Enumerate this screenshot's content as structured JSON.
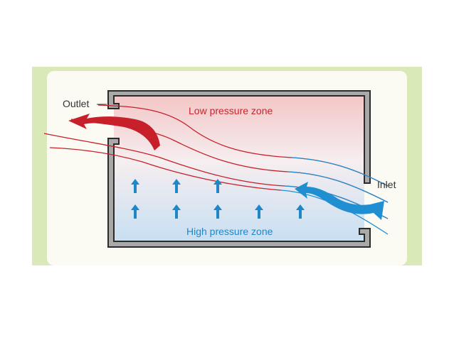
{
  "diagram": {
    "labels": {
      "outlet": "Outlet",
      "inlet": "Inlet",
      "low_zone": "Low pressure zone",
      "high_zone": "High pressure zone"
    },
    "colors": {
      "frame_green": "#d9eab8",
      "panel_bg": "#fbfbf4",
      "wall_fill": "#a9a9a9",
      "wall_stroke": "#2b2b2b",
      "low_zone": "#f3c6c6",
      "high_zone": "#c8dff2",
      "red_flow": "#c8202a",
      "blue_flow": "#1f8fd1",
      "label_red": "#c1272d",
      "label_blue": "#1f87c9",
      "label_dark": "#333333"
    },
    "pressure_arrow_rows": [
      3,
      5
    ]
  }
}
